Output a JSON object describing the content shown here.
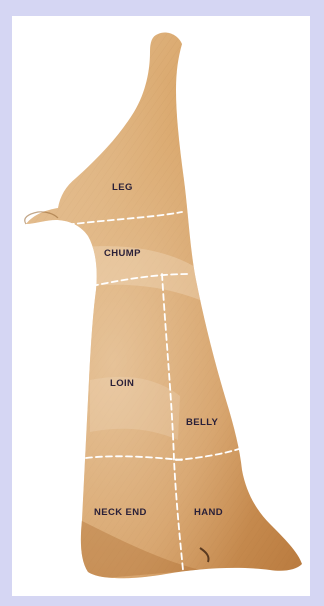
{
  "diagram": {
    "cuts": [
      {
        "id": "leg",
        "label": "LEG"
      },
      {
        "id": "chump",
        "label": "CHUMP"
      },
      {
        "id": "loin",
        "label": "LOIN"
      },
      {
        "id": "belly",
        "label": "BELLY"
      },
      {
        "id": "neck-end",
        "label": "NECK END"
      },
      {
        "id": "hand",
        "label": "HAND"
      }
    ],
    "colors": {
      "border": "#d5d6f3",
      "skin_light": "#e6c49a",
      "skin_mid": "#d29a5e",
      "skin_dark": "#b97a3e",
      "cut_line": "#ffffff",
      "label": "#2a2038"
    }
  }
}
